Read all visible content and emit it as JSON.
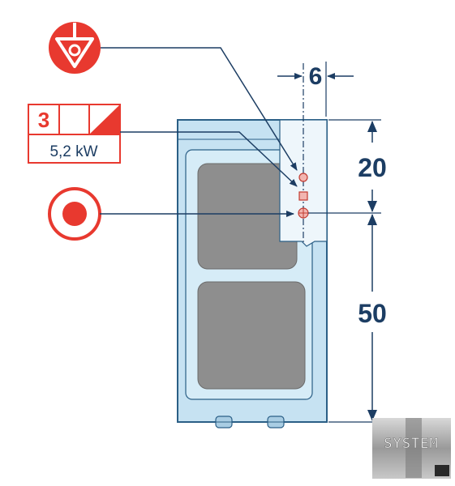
{
  "dimensions": {
    "offset": "6",
    "upper": "20",
    "lower": "50"
  },
  "electrical": {
    "phases": "3",
    "power": "5,2 kW"
  },
  "icons": {
    "equipotential": "equipotential-terminal-icon",
    "power_connection": "electrical-connection-icon",
    "drain": "drain-connection-icon"
  },
  "logo": {
    "text": "SYSTEM"
  },
  "colors": {
    "red": "#e8392f",
    "navy": "#1c3d63",
    "unit_fill": "#c6e2f2",
    "unit_stroke": "#2b5f86",
    "cooktop_plate": "#8e8e8e"
  }
}
